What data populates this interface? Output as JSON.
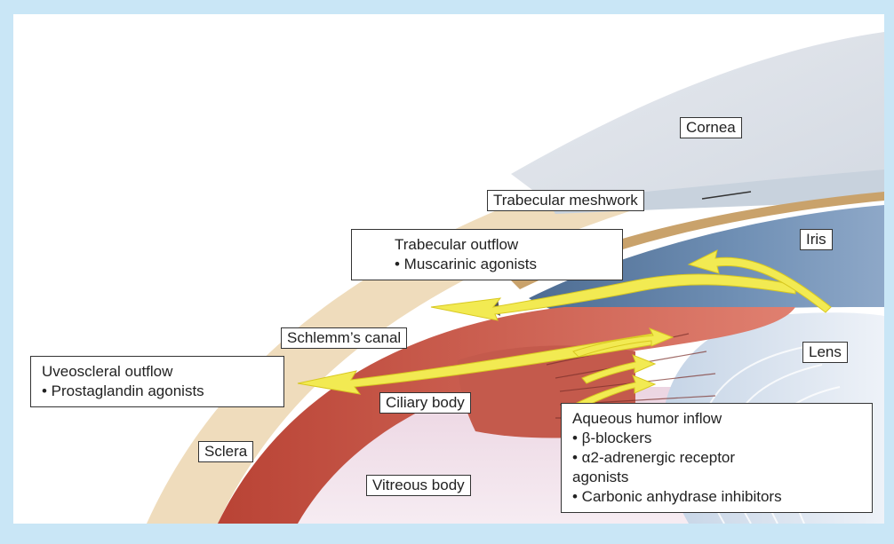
{
  "labels": {
    "cornea": "Cornea",
    "trabecular_meshwork": "Trabecular meshwork",
    "iris": "Iris",
    "schlemms_canal": "Schlemm’s canal",
    "lens": "Lens",
    "ciliary_body": "Ciliary body",
    "sclera": "Sclera",
    "vitreous_body": "Vitreous body"
  },
  "callouts": {
    "trabecular_outflow": {
      "title": "Trabecular outflow",
      "items": [
        "• Muscarinic agonists"
      ]
    },
    "uveoscleral_outflow": {
      "title": "Uveoscleral outflow",
      "items": [
        "• Prostaglandin agonists"
      ]
    },
    "aqueous_inflow": {
      "title": "Aqueous humor inflow",
      "items": [
        "• β-blockers",
        "• α2-adrenergic receptor",
        "agonists",
        "• Carbonic anhydrase inhibitors"
      ]
    }
  },
  "colors": {
    "background": "#c9e6f6",
    "arrow": "#f2ea52",
    "iris": "#5b7fa6",
    "ciliary": "#c9574a",
    "sclera": "#efd9b6"
  }
}
